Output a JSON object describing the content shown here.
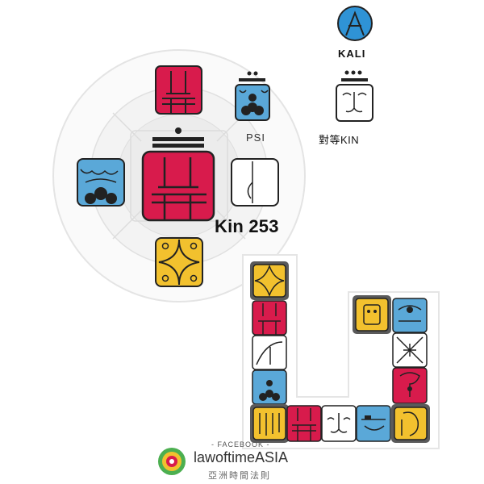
{
  "labels": {
    "kin": "Kin 253",
    "psi": "PSI",
    "kali": "KALI",
    "equivalent_kin": "對等KIN",
    "facebook": "- FACEBOOK -",
    "brand": "lawoftimeASIA",
    "brand_cn": "亞洲時間法則"
  },
  "colors": {
    "red": "#d81b4c",
    "blue": "#5aa8d8",
    "yellow": "#f2c12e",
    "white": "#ffffff",
    "kali_blue": "#2f93d6",
    "frame_gray": "#5a5a5a"
  },
  "icons": {
    "kali": "kali-glyph-icon",
    "equivalent": "white-wizard-glyph-icon",
    "logo": "lawoftime-logo-icon"
  }
}
